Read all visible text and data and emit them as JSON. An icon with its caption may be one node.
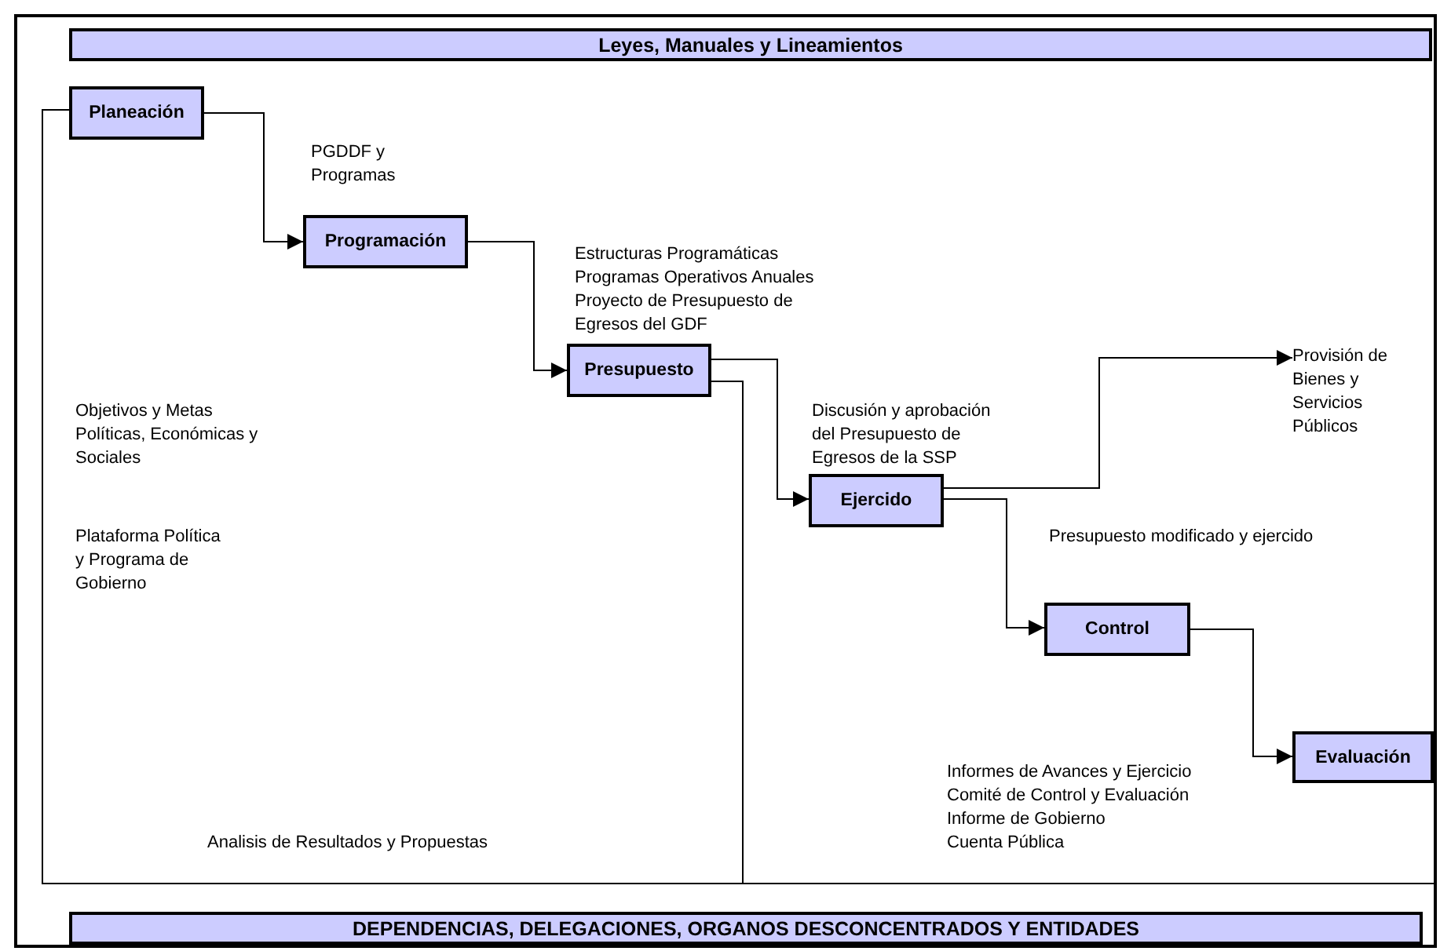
{
  "diagram": {
    "nodes": [
      {
        "text": [
          "Leyes, Manuales y Lineamientos"
        ]
      },
      {
        "text": [
          "Planeación"
        ]
      },
      {
        "text": [
          "Programación"
        ]
      },
      {
        "text": [
          "Presupuesto"
        ]
      },
      {
        "text": [
          "Ejercido"
        ]
      },
      {
        "text": [
          "Control"
        ]
      },
      {
        "text": [
          "Evaluación"
        ]
      },
      {
        "text": [
          "Provisión de Bienes y Servicios Públicos"
        ]
      },
      {
        "text": [
          "DEPENDENCIAS, DELEGACIONES, ORGANOS DESCONCENTRADOS Y ENTIDADES"
        ]
      }
    ],
    "edges": [
      {
        "from": 1,
        "to": 2,
        "arrow": "to"
      },
      {
        "from": 2,
        "to": 3,
        "arrow": "to"
      },
      {
        "from": 3,
        "to": 4,
        "arrow": "to"
      },
      {
        "from": 4,
        "to": 7,
        "arrow": "to"
      },
      {
        "from": 4,
        "to": 5,
        "arrow": "to"
      },
      {
        "from": 5,
        "to": 6,
        "arrow": "to"
      },
      {
        "from": 6,
        "to": 1,
        "arrow": "none"
      },
      {
        "from": 3,
        "to": 1,
        "arrow": "none"
      }
    ],
    "labels": [
      "PGDDF y Programas",
      "Estructuras Programáticas",
      "Programas Operativos Anuales",
      "Proyecto de Presupuesto de Egresos del GDF",
      "Objetivos y Metas Políticas, Económicas y Sociales",
      "Discusión y aprobación del Presupuesto de Egresos de la SSP",
      "Plataforma Política y Programa de Gobierno",
      "Presupuesto modificado y ejercido",
      "Informes de Avances y Ejercicio",
      "Comité de Control y Evaluación",
      "Informe de Gobierno",
      "Analisis de Resultados y Propuestas",
      "Cuenta Pública"
    ]
  }
}
